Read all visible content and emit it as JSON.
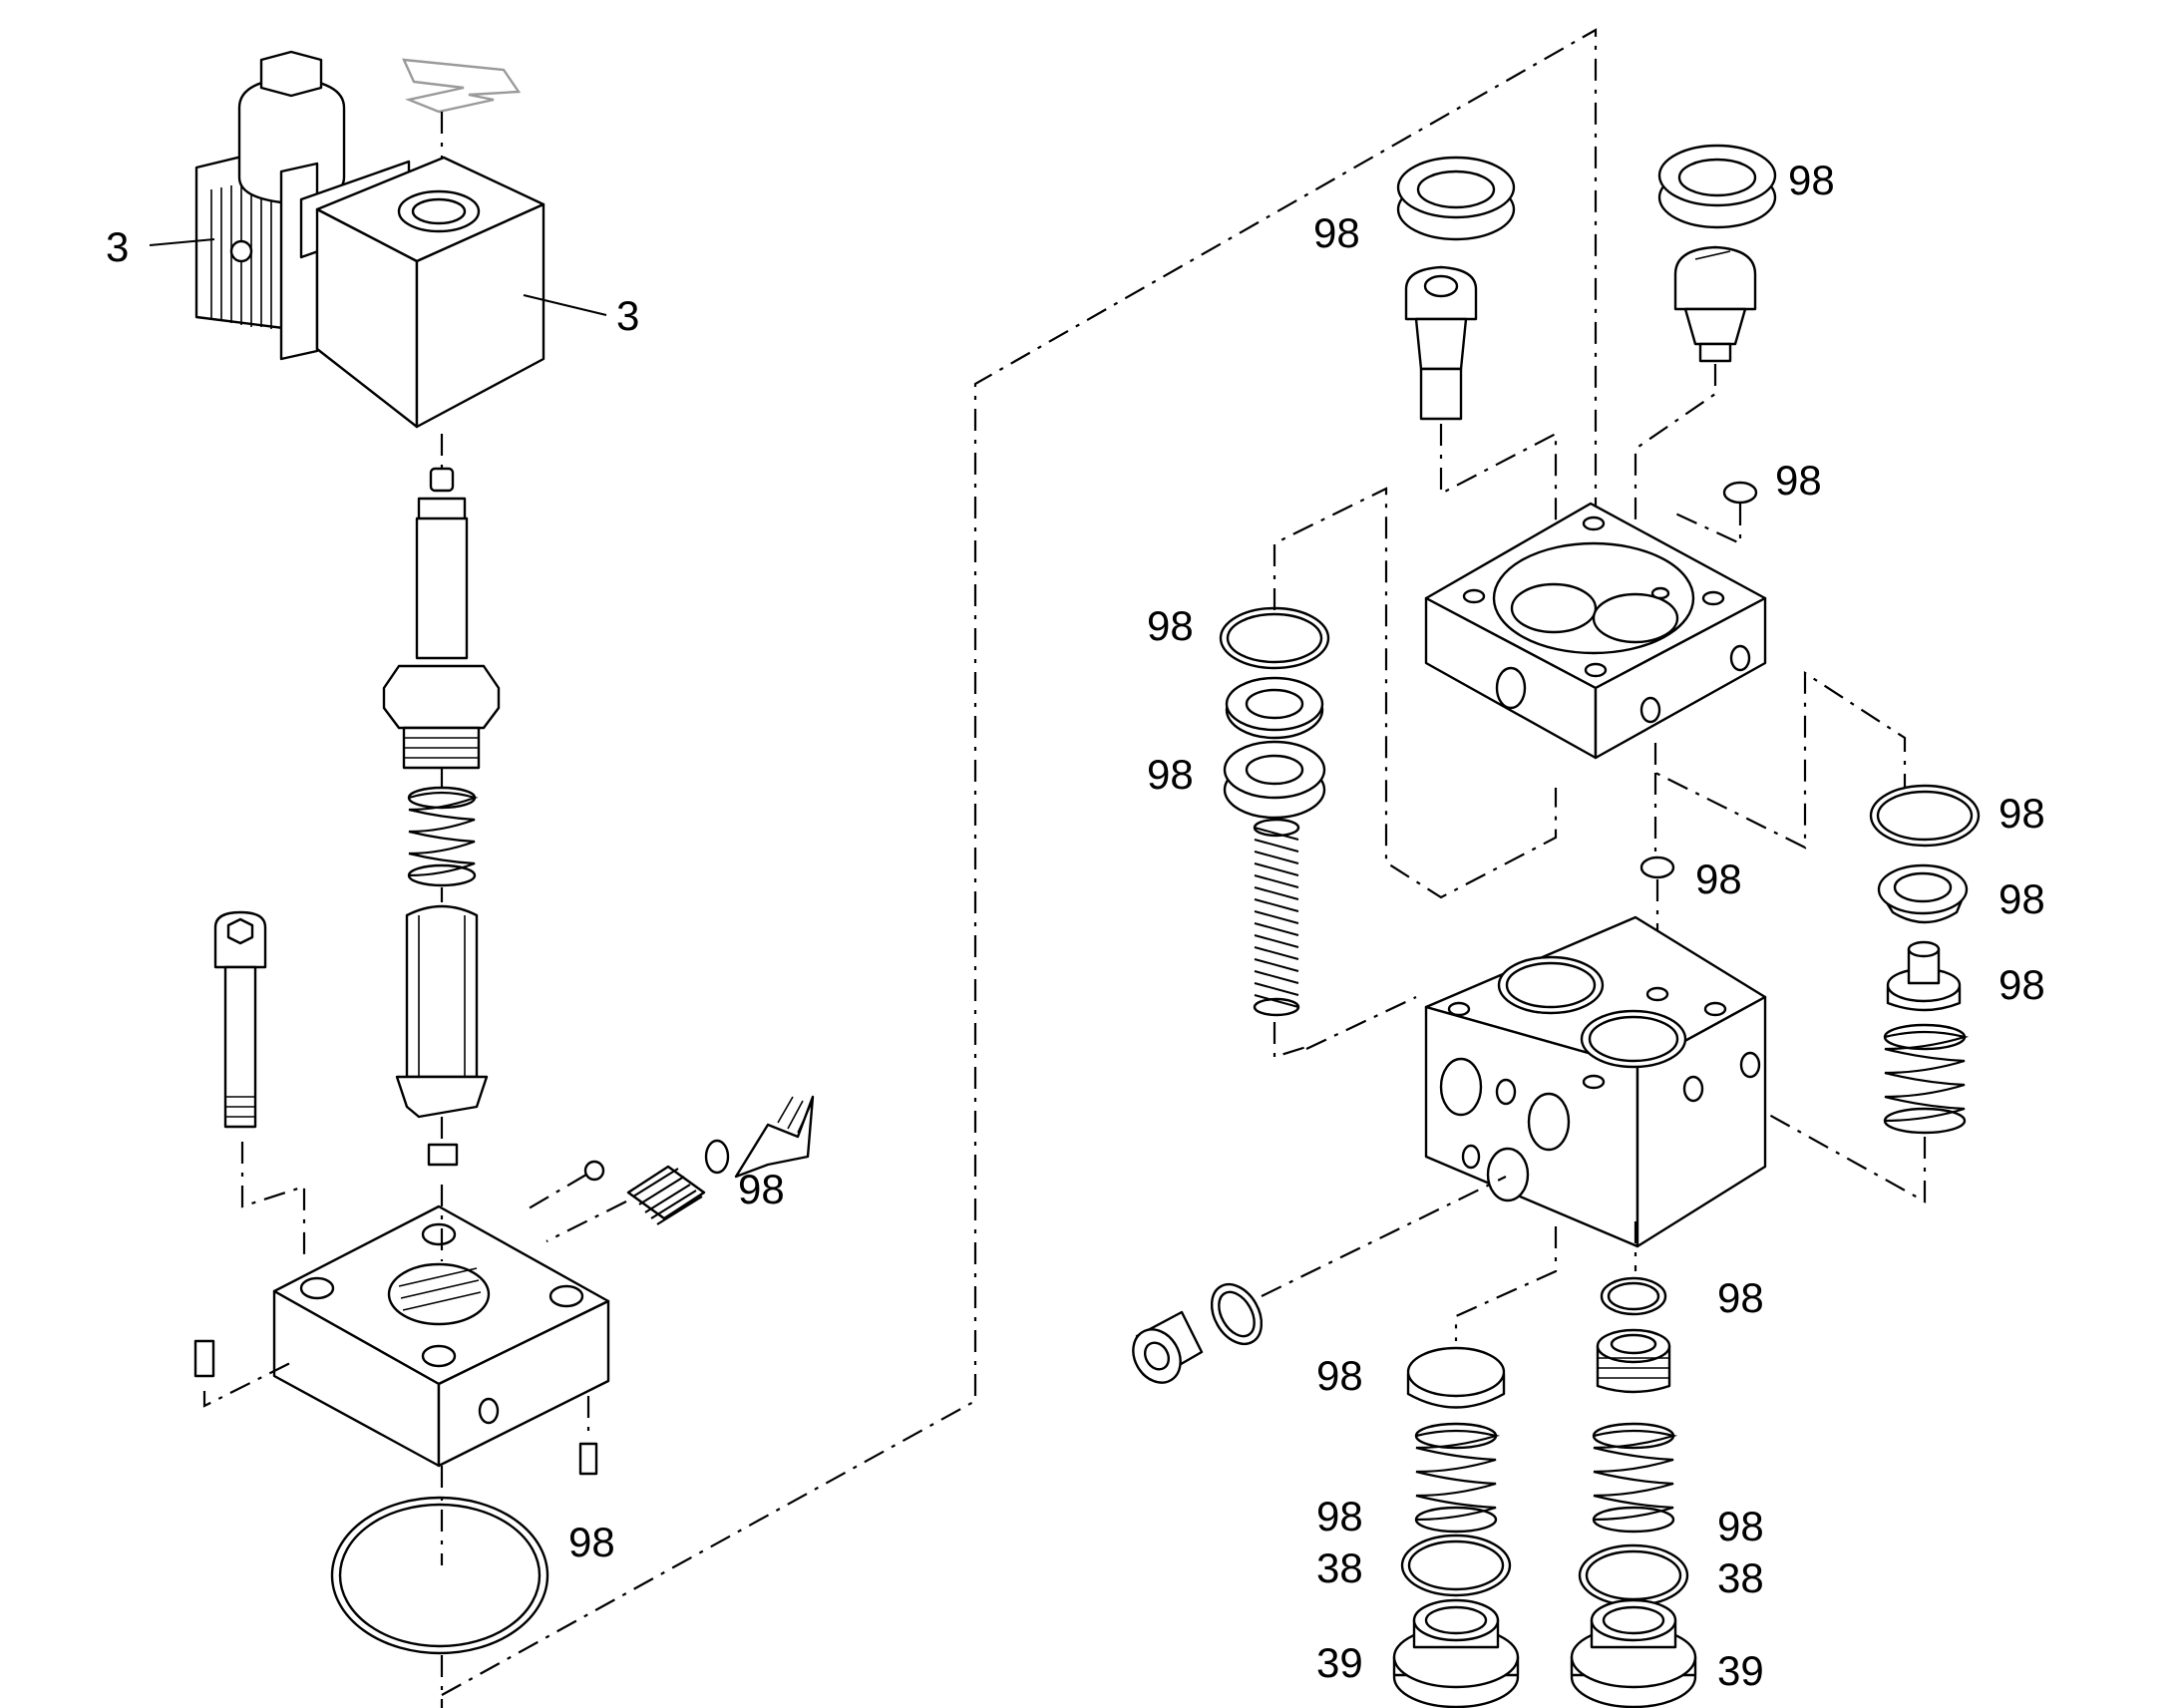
{
  "callouts": {
    "c01": "3",
    "c02": "3",
    "c03": "98",
    "c04": "98",
    "c05": "98",
    "c06": "98",
    "c07": "98",
    "c08": "98",
    "c09": "98",
    "c10": "98",
    "c11": "98",
    "c12": "98",
    "c13": "98",
    "c14": "98",
    "c15": "98",
    "c16": "98",
    "c17": "38",
    "c18": "39",
    "c19": "98",
    "c20": "38",
    "c21": "39"
  }
}
